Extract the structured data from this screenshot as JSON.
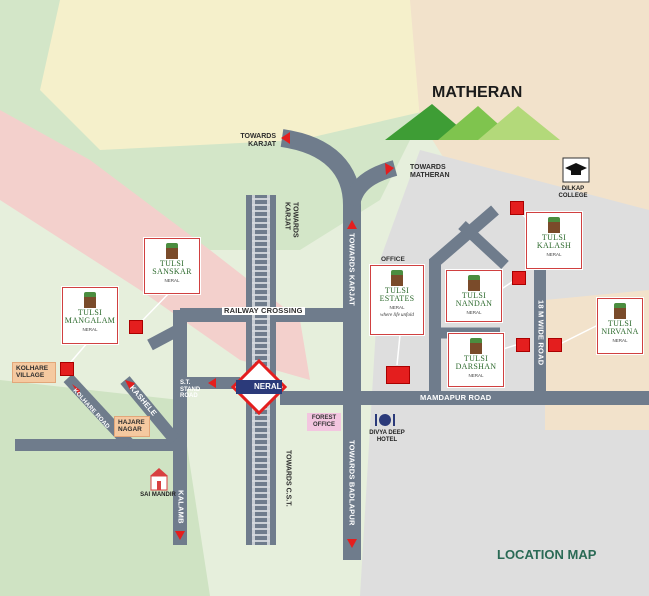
{
  "map": {
    "title": "LOCATION MAP",
    "colors": {
      "road": "#6f7c8c",
      "marker": "#e41e1e",
      "light_green": "#cfe3c3",
      "yellow": "#f6f0c8",
      "pink": "#f3cccc",
      "grey": "#dcdcdc",
      "peach": "#f3e1c9",
      "mountain_green": "#4aa53a"
    },
    "landmarks": {
      "matheran": "MATHERAN",
      "dilkap_college": "DILKAP COLLEGE",
      "divya_deep_hotel": "DIVYA DEEP HOTEL",
      "forest_office": "FOREST OFFICE",
      "sai_mandir": "SAI MANDIR",
      "kolhare_village": "KOLHARE VILLAGE",
      "hajare_nagar": "HAJARE NAGAR",
      "office": "OFFICE",
      "station": "NERAL"
    },
    "roads": {
      "towards_karjat_left": "TOWARDS KARJAT",
      "towards_matheran": "TOWARDS MATHERAN",
      "towards_karjat_rail": "TOWARDS KARJAT",
      "towards_karjat_main": "TOWARDS KARJAT",
      "towards_badlapur": "TOWARDS BADLAPUR",
      "towards_cst": "TOWARDS C.S.T.",
      "railway_crossing": "RAILWAY CROSSING",
      "st_stand_road": "S.T. STAND ROAD",
      "mamdapur_road": "MAMDAPUR ROAD",
      "wide_road": "18 M WIDE ROAD",
      "kolhare_road": "KOLHARE ROAD",
      "kashele": "KASHELE",
      "kalamb": "KALAMB"
    },
    "projects": [
      {
        "name": "TULSI SANSKAR",
        "sub": "NERAL"
      },
      {
        "name": "TULSI MANGALAM",
        "sub": "NERAL"
      },
      {
        "name": "TULSI ESTATES",
        "sub": "NERAL",
        "tagline": "where life unfold"
      },
      {
        "name": "TULSI NANDAN",
        "sub": "NERAL"
      },
      {
        "name": "TULSI KALASH",
        "sub": "NERAL"
      },
      {
        "name": "TULSI DARSHAN",
        "sub": "NERAL"
      },
      {
        "name": "TULSI NIRVANA",
        "sub": "NERAL"
      }
    ]
  }
}
